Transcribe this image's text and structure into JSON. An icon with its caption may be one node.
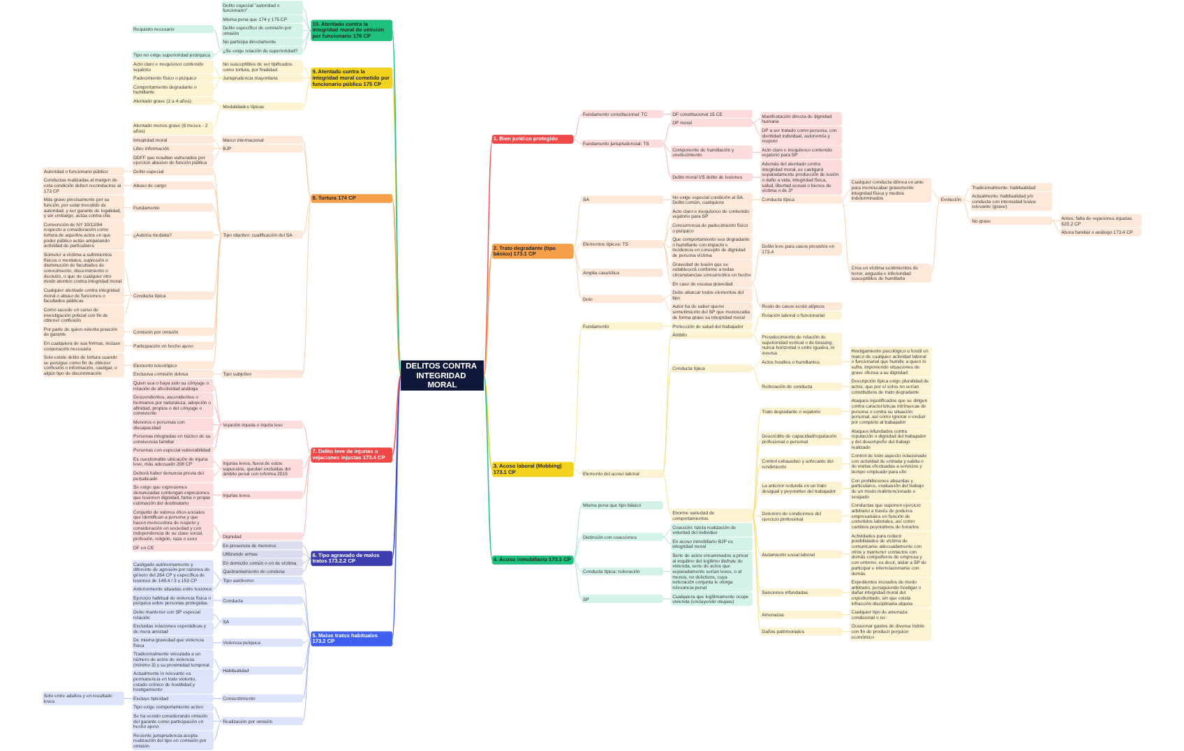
{
  "diagram": {
    "nodes": [
      {
        "text": [
          "DELITOS CONTRA INTEGRIDAD MORAL"
        ]
      },
      {
        "text": [
          "1. Bien jurídico protegido"
        ]
      },
      {
        "text": [
          "Fundamento constitucional: TC"
        ]
      },
      {
        "text": [
          "DF constitucional 15 CE"
        ]
      },
      {
        "text": [
          "Fundamento jurisprudencial: TS"
        ]
      },
      {
        "text": [
          "DP moral"
        ]
      },
      {
        "text": [
          "Manifestación directa de dignidad humana"
        ]
      },
      {
        "text": [
          "DP a ser tratado como persona, con identidad individual, autonomía y respeto"
        ]
      },
      {
        "text": [
          "Componente de humillación y envilecimiento"
        ]
      },
      {
        "text": [
          "Acto claro e inequívoco contenido vejatorio para SP"
        ]
      },
      {
        "text": [
          "Delito moral VS delito de lesiones"
        ]
      },
      {
        "text": [
          "Además del atentado contra integridad moral, se castigará separadamente producción de lesión o daño a vida, integridad física, salud, libertad sexual o bienes de víctima o de 3º"
        ]
      },
      {
        "text": [
          "2. Trato degradante (tipo básico) 173.1 CP"
        ]
      },
      {
        "text": [
          "SA"
        ]
      },
      {
        "text": [
          "No exige especial condición al SA. Delito común, cualquiera"
        ]
      },
      {
        "text": [
          "Conducta típica"
        ]
      },
      {
        "text": [
          "Cualquier conducta idónea ex ante para menoscabar gravemente integridad física y medios indeterminados"
        ]
      },
      {
        "text": [
          "Crea en víctima sentimientos de terror, angustia e inferioridad susceptibles de humillarla"
        ]
      },
      {
        "text": [
          "Evolución"
        ]
      },
      {
        "text": [
          "Tradicionalmente: habitualidad"
        ]
      },
      {
        "text": [
          "Actualmente: habitualidad y/o conducta con intensidad lesiva relevante (grave)"
        ]
      },
      {
        "text": [
          "No grave"
        ]
      },
      {
        "text": [
          "Antes: falta de vejaciones injustas 620.2 CP"
        ]
      },
      {
        "text": [
          "Ahora familiar o análogo 173.4 CP"
        ]
      },
      {
        "text": [
          "Elementos típicos: TS"
        ]
      },
      {
        "text": [
          "Acto claro e inequívoco de contenido vejatorio para SP"
        ]
      },
      {
        "text": [
          "Concurrencia de padecimiento físico o psíquico"
        ]
      },
      {
        "text": [
          "Que comportamiento sea degradante o humillante con impacto e incidencia en concepto de dignidad de persona víctima"
        ]
      },
      {
        "text": [
          "Gravedad de lesión que se establecerá conforme a todas circunstancias concurrentes en hecho"
        ]
      },
      {
        "text": [
          "En caso de escasa gravedad"
        ]
      },
      {
        "text": [
          "Delito leve para casos previstos en 173.4"
        ]
      },
      {
        "text": [
          "Resto de casos serán atípicos"
        ]
      },
      {
        "text": [
          "Amplia casuística"
        ]
      },
      {
        "text": [
          "Dolo"
        ]
      },
      {
        "text": [
          "Debe abarcar todos elementos del tipo"
        ]
      },
      {
        "text": [
          "Autor ha de saber querer sometimiento del SP que menoscaba de forma grave su integridad moral"
        ]
      },
      {
        "text": [
          "3. Acoso laboral (Mobbing) 173.1 CP"
        ]
      },
      {
        "text": [
          "Fundamento"
        ]
      },
      {
        "text": [
          "Protección de salud del trabajador"
        ]
      },
      {
        "text": [
          "Elemento del acoso laboral"
        ]
      },
      {
        "text": [
          "Ámbito"
        ]
      },
      {
        "text": [
          "Relación laboral o funcionarial"
        ]
      },
      {
        "text": [
          "Prevalecimiento de relación de superioridad vertical o de bossing, nunca horizontal o entre iguales, ni inversa"
        ]
      },
      {
        "text": [
          "Conducta típica"
        ]
      },
      {
        "text": [
          "Actos hostiles o humillantes"
        ]
      },
      {
        "text": [
          "Hostigamiento psicológico u hostil en marco de cualquier actividad laboral o funcionarial que humille a quien lo sufra, imponiendo situaciones de grave ofensa a su dignidad"
        ]
      },
      {
        "text": [
          "Reiteración de conducta"
        ]
      },
      {
        "text": [
          "Descripción típica exige pluralidad de actos, que por sí solos no serían constitutivos de trato degradante"
        ]
      },
      {
        "text": [
          "Enorme variedad de comportamientos"
        ]
      },
      {
        "text": [
          "Trato degradante o vejatorio"
        ]
      },
      {
        "text": [
          "Ataques injustificados que se dirigen contra características intrínsecas de persona o contra su situación personal, así como ignorar o excluir por completo al trabajador"
        ]
      },
      {
        "text": [
          "Descrédito de capacidad/reputación profesional o personal"
        ]
      },
      {
        "text": [
          "Ataques infundados contra reputación o dignidad del trabajador y del desempeño del trabajo realizado"
        ]
      },
      {
        "text": [
          "Control exhaustivo y sofocante del rendimiento"
        ]
      },
      {
        "text": [
          "Control de todo aspecto relacionado con actividad de entrada y salida o de visitas efectuadas a servicios y tiempo empleado para ello"
        ]
      },
      {
        "text": [
          "La anterior redunda en un trato desigual y peyorativo del trabajador"
        ]
      },
      {
        "text": [
          "Con prohibiciones absurdas y particulares, evaluación del trabajo de un modo malintencionado o sesgado"
        ]
      },
      {
        "text": [
          "Deterioro de condiciones del ejercicio profesional"
        ]
      },
      {
        "text": [
          "Conductas que suponen ejercicio arbitrario a través de poderes empresariales en función de cometidos laborales, así como cambios peyorativos de horarios"
        ]
      },
      {
        "text": [
          "Aislamiento social laboral"
        ]
      },
      {
        "text": [
          "Actividades para reducir posibilidades de víctima de comunicarse adecuadamente con otros y mantener contactos con demás compañeros de empresa y con entorno, es decir, aislar a SP de participar e interrelacionarse con demás"
        ]
      },
      {
        "text": [
          "Sanciones infundadas"
        ]
      },
      {
        "text": [
          "Expedientes incoados de modo arbitrario, persiguiendo hostigar o dañar integridad moral del expedientado, sin que exista infracción disciplinaria alguna"
        ]
      },
      {
        "text": [
          "Amenazas"
        ]
      },
      {
        "text": [
          "Cualquier tipo de amenaza condicional o no"
        ]
      },
      {
        "text": [
          "Daños patrimoniales"
        ]
      },
      {
        "text": [
          "Ocasionar gastos de diversa índole con fin de producir perjuicio económico"
        ]
      },
      {
        "text": [
          "4. Acoso inmobiliario 173.1 CP"
        ]
      },
      {
        "text": [
          "Misma pena que tipo básico"
        ]
      },
      {
        "text": [
          "Distinción con coacciones"
        ]
      },
      {
        "text": [
          "Coacción: tutela realización de voluntad del individuo"
        ]
      },
      {
        "text": [
          "En acoso inmobiliario BJP es integridad moral"
        ]
      },
      {
        "text": [
          "Conducta típica: reiteración"
        ]
      },
      {
        "text": [
          "Serie de actos encaminados a privar al inquilino del legítimo disfrute de vivienda, serie de actos que separadamente serían leves, o al menos, no delictivos, cuya reiteración conjunta le otorga relevancia penal"
        ]
      },
      {
        "text": [
          "SP"
        ]
      },
      {
        "text": [
          "Cualquiera que legítimamente ocupe vivienda (excluyendo okupas)"
        ]
      },
      {
        "text": [
          "5. Malos tratos habituales 173.2 CP"
        ]
      },
      {
        "text": [
          "Tipo autónomo"
        ]
      },
      {
        "text": [
          "Castigado autónomamente y diferente de agresión por razones de género del 264 CP y específica de lesiones de 148.4 / 3 y 153 CP"
        ]
      },
      {
        "text": [
          "Anteriormente situadas entre lesiones"
        ]
      },
      {
        "text": [
          "Conducta"
        ]
      },
      {
        "text": [
          "Ejercicio habitual de violencia física o psíquica sobre personas protegidas"
        ]
      },
      {
        "text": [
          "SA"
        ]
      },
      {
        "text": [
          "Debe mantener con SP especial relación"
        ]
      },
      {
        "text": [
          "Excluidas relaciones esporádicas y de mera amistad"
        ]
      },
      {
        "text": [
          "Violencia psíquica"
        ]
      },
      {
        "text": [
          "De misma gravedad que violencia física"
        ]
      },
      {
        "text": [
          "Habitualidad"
        ]
      },
      {
        "text": [
          "Tradicionalmente vinculada a un número de actos de violencia (mínimo 3) y su proximidad temporal"
        ]
      },
      {
        "text": [
          "Actualmente lo relevante es permanencia en trato violento, estado crónico de hostilidad y hostigamiento"
        ]
      },
      {
        "text": [
          "Consentimiento"
        ]
      },
      {
        "text": [
          "Excluye tipicidad"
        ]
      },
      {
        "text": [
          "Solo entre adultos y en resultado leves"
        ]
      },
      {
        "text": [
          "Realización por omisión"
        ]
      },
      {
        "text": [
          "Tipo exige comportamiento activo"
        ]
      },
      {
        "text": [
          "Se ha venido considerando omisión del garante como participación en hecho ajeno"
        ]
      },
      {
        "text": [
          "Reciente jurisprudencia acepta realización del tipo en comisión por omisión"
        ]
      },
      {
        "text": [
          "6. Tipo agravado de malos tratos 173.2.2 CP"
        ]
      },
      {
        "text": [
          "En presencia de menores"
        ]
      },
      {
        "text": [
          "Utilizando armas"
        ]
      },
      {
        "text": [
          "En domicilio común o en de víctima"
        ]
      },
      {
        "text": [
          "Quebrantamiento de condena"
        ]
      },
      {
        "text": [
          "7. Delito leve de injurias o vejaciones injustas 173.4 CP"
        ]
      },
      {
        "text": [
          "Vejación injusta o injuria leve"
        ]
      },
      {
        "text": [
          "Quien sea o haya sido su cónyuge o relación de afectividad análoga"
        ]
      },
      {
        "text": [
          "Descendientes, ascendientes o hermanos por naturaleza, adopción o afinidad, propios o del cónyuge o conviviente"
        ]
      },
      {
        "text": [
          "Menores o personas con discapacidad"
        ]
      },
      {
        "text": [
          "Personas integradas en núcleo de su convivencia familiar"
        ]
      },
      {
        "text": [
          "Personas con especial vulnerabilidad"
        ]
      },
      {
        "text": [
          "Injurias leves, fuera de estos supuestos, quedan excluidas del ámbito penal con reforma 2015"
        ]
      },
      {
        "text": [
          "Es cuestionable ubicación de injuria leve, más adecuado 208 CP"
        ]
      },
      {
        "text": [
          "Deberá haber denuncia previa del perjudicado"
        ]
      },
      {
        "text": [
          "Injurias leves"
        ]
      },
      {
        "text": [
          "Se exige que expresiones denunciadas contengan expresiones que lesionen dignidad, fama o propia estimación del destinatario"
        ]
      },
      {
        "text": [
          "Dignidad"
        ]
      },
      {
        "text": [
          "Conjunto de valores ético-sociales que identifican a persona y que hacen merecedora de respeto y consideración en sociedad y con independencia de su clase social, profesión, religión, raza o sexo"
        ]
      },
      {
        "text": [
          "DF en CE"
        ]
      },
      {
        "text": [
          "8. Tortura 174 CP"
        ]
      },
      {
        "text": [
          "Marco internacional"
        ]
      },
      {
        "text": [
          "BJP"
        ]
      },
      {
        "text": [
          "Integridad moral"
        ]
      },
      {
        "text": [
          "Libre información"
        ]
      },
      {
        "text": [
          "DDFF que resultan vulnerados por ejercicio abusivo de función pública"
        ]
      },
      {
        "text": [
          "Tipo objetivo: cualificación del SA"
        ]
      },
      {
        "text": [
          "Delito especial"
        ]
      },
      {
        "text": [
          "Autoridad o funcionario público"
        ]
      },
      {
        "text": [
          "Abuso de cargo"
        ]
      },
      {
        "text": [
          "Conductas realizadas al margen de esta condición deben reconducirse al 173 CP"
        ]
      },
      {
        "text": [
          "Fundamento"
        ]
      },
      {
        "text": [
          "Más grave precisamente por su función, por estar investido de autoridad, y ser garante de legalidad, y sin embargo, actúa contra ella"
        ]
      },
      {
        "text": [
          "¿Autoría mediata?"
        ]
      },
      {
        "text": [
          "Convención de NY 10/12/84 respecto a consideración como tortura de aquellos actos en que poder público actúe amparando actividad de particulares"
        ]
      },
      {
        "text": [
          "Conducta típica"
        ]
      },
      {
        "text": [
          "Someter a víctima a sufrimientos físicos o mentales, supresión o disminución de facultades de conocimiento, discernimiento o decisión, o que de cualquier otro modo atenten contra integridad moral"
        ]
      },
      {
        "text": [
          "Cualquier atentado contra integridad moral o abuso de funciones o facultades públicas"
        ]
      },
      {
        "text": [
          "Como sucede en curso de investigación policial con fin de obtener confesión"
        ]
      },
      {
        "text": [
          "Comisión por omisión"
        ]
      },
      {
        "text": [
          "Por parte de quien ostenta posición de garante"
        ]
      },
      {
        "text": [
          "Participación en hecho ajeno"
        ]
      },
      {
        "text": [
          "En cualquiera de sus formas, incluso cooperación necesaria"
        ]
      },
      {
        "text": [
          "Elemento teleológico"
        ]
      },
      {
        "text": [
          "Solo existe delito de tortura cuando se persigue como fin de obtener confesión o información, castigar, o algún tipo de discriminación"
        ]
      },
      {
        "text": [
          "Tipo subjetivo"
        ]
      },
      {
        "text": [
          "Exclusiva comisión dolosa"
        ]
      },
      {
        "text": [
          "9. Atentado contra la integridad moral cometido por funcionario público 175 CP"
        ]
      },
      {
        "text": [
          "No susceptibles de ser tipificados como tortura, por finalidad"
        ]
      },
      {
        "text": [
          "Jurisprudencia mayoritaria"
        ]
      },
      {
        "text": [
          "Acto claro e inequívoco contenido vejatorio"
        ]
      },
      {
        "text": [
          "Padecimiento físico o psíquico"
        ]
      },
      {
        "text": [
          "Comportamiento degradante o humillante"
        ]
      },
      {
        "text": [
          "Modalidades típicas"
        ]
      },
      {
        "text": [
          "Atentado grave (2 a 4 años)"
        ]
      },
      {
        "text": [
          "Atentado menos grave (6 meses - 2 años)"
        ]
      },
      {
        "text": [
          "10. Atentado contra la integridad moral de omisión por funcionario 176 CP"
        ]
      },
      {
        "text": [
          "Delito especial \"autoridad o funcionario\""
        ]
      },
      {
        "text": [
          "Misma pena que 174 y 175 CP"
        ]
      },
      {
        "text": [
          "Delito específico de comisión por omisión"
        ]
      },
      {
        "text": [
          "No participa directamente"
        ]
      },
      {
        "text": [
          "¿Se exige relación de superioridad?"
        ]
      },
      {
        "text": [
          "Requisito necesario"
        ]
      },
      {
        "text": [
          "Tipo no exige superioridad jerárquica"
        ]
      }
    ],
    "edges": [
      {
        "from": 0,
        "to": 1,
        "arrow": "none",
        "color": "#f25c5c"
      },
      {
        "from": 1,
        "to": 2,
        "arrow": "none",
        "color": "#f6a5a5"
      },
      {
        "from": 2,
        "to": 3,
        "arrow": "none",
        "color": "#f6a5a5"
      },
      {
        "from": 1,
        "to": 4,
        "arrow": "none",
        "color": "#f6a5a5"
      },
      {
        "from": 4,
        "to": 5,
        "arrow": "none",
        "color": "#f6a5a5"
      },
      {
        "from": 5,
        "to": 6,
        "arrow": "none",
        "color": "#f6a5a5"
      },
      {
        "from": 5,
        "to": 7,
        "arrow": "none",
        "color": "#f6a5a5"
      },
      {
        "from": 4,
        "to": 8,
        "arrow": "none",
        "color": "#f6a5a5"
      },
      {
        "from": 8,
        "to": 9,
        "arrow": "none",
        "color": "#f6a5a5"
      },
      {
        "from": 4,
        "to": 10,
        "arrow": "none",
        "color": "#f6a5a5"
      },
      {
        "from": 10,
        "to": 11,
        "arrow": "none",
        "color": "#f6a5a5"
      },
      {
        "from": 0,
        "to": 12,
        "arrow": "none",
        "color": "#f5a055"
      },
      {
        "from": 12,
        "to": 13,
        "arrow": "none"
      },
      {
        "from": 13,
        "to": 14,
        "arrow": "none"
      },
      {
        "from": 14,
        "to": 15,
        "arrow": "none"
      },
      {
        "from": 15,
        "to": 16,
        "arrow": "none"
      },
      {
        "from": 15,
        "to": 17,
        "arrow": "none"
      },
      {
        "from": 16,
        "to": 18,
        "arrow": "none"
      },
      {
        "from": 17,
        "to": 18,
        "arrow": "none"
      },
      {
        "from": 18,
        "to": 19,
        "arrow": "none"
      },
      {
        "from": 18,
        "to": 20,
        "arrow": "none"
      },
      {
        "from": 18,
        "to": 21,
        "arrow": "none"
      },
      {
        "from": 21,
        "to": 22,
        "arrow": "none"
      },
      {
        "from": 21,
        "to": 23,
        "arrow": "none"
      },
      {
        "from": 12,
        "to": 24,
        "arrow": "none"
      },
      {
        "from": 24,
        "to": 25,
        "arrow": "none"
      },
      {
        "from": 24,
        "to": 26,
        "arrow": "none"
      },
      {
        "from": 24,
        "to": 27,
        "arrow": "none"
      },
      {
        "from": 24,
        "to": 28,
        "arrow": "none"
      },
      {
        "from": 24,
        "to": 29,
        "arrow": "none"
      },
      {
        "from": 29,
        "to": 30,
        "arrow": "none"
      },
      {
        "from": 29,
        "to": 31,
        "arrow": "none"
      },
      {
        "from": 12,
        "to": 32,
        "arrow": "none"
      },
      {
        "from": 12,
        "to": 33,
        "arrow": "none"
      },
      {
        "from": 33,
        "to": 34,
        "arrow": "none"
      },
      {
        "from": 33,
        "to": 35,
        "arrow": "none"
      },
      {
        "from": 0,
        "to": 36,
        "arrow": "none",
        "color": "#f0cf2e"
      },
      {
        "from": 36,
        "to": 37,
        "arrow": "none",
        "color": "#f4dc78"
      },
      {
        "from": 37,
        "to": 38,
        "arrow": "none",
        "color": "#f4dc78"
      },
      {
        "from": 36,
        "to": 39,
        "arrow": "none",
        "color": "#f4dc78"
      },
      {
        "from": 39,
        "to": 40,
        "arrow": "none",
        "color": "#f4dc78"
      },
      {
        "from": 40,
        "to": 41,
        "arrow": "none",
        "color": "#f4dc78"
      },
      {
        "from": 40,
        "to": 42,
        "arrow": "none",
        "color": "#f4dc78"
      },
      {
        "from": 39,
        "to": 43,
        "arrow": "none",
        "color": "#f4dc78"
      },
      {
        "from": 43,
        "to": 44,
        "arrow": "none",
        "color": "#f4dc78"
      },
      {
        "from": 44,
        "to": 45,
        "arrow": "none",
        "color": "#f4dc78"
      },
      {
        "from": 43,
        "to": 46,
        "arrow": "none",
        "color": "#f4dc78"
      },
      {
        "from": 46,
        "to": 47,
        "arrow": "none",
        "color": "#f4dc78"
      },
      {
        "from": 39,
        "to": 48,
        "arrow": "none",
        "color": "#f4dc78"
      },
      {
        "from": 48,
        "to": 49,
        "arrow": "none",
        "color": "#f4dc78"
      },
      {
        "from": 49,
        "to": 50,
        "arrow": "none",
        "color": "#f4dc78"
      },
      {
        "from": 48,
        "to": 51,
        "arrow": "none",
        "color": "#f4dc78"
      },
      {
        "from": 51,
        "to": 52,
        "arrow": "none",
        "color": "#f4dc78"
      },
      {
        "from": 48,
        "to": 53,
        "arrow": "none",
        "color": "#f4dc78"
      },
      {
        "from": 53,
        "to": 54,
        "arrow": "none",
        "color": "#f4dc78"
      },
      {
        "from": 48,
        "to": 55,
        "arrow": "none",
        "color": "#f4dc78"
      },
      {
        "from": 55,
        "to": 56,
        "arrow": "none",
        "color": "#f4dc78"
      },
      {
        "from": 48,
        "to": 57,
        "arrow": "none",
        "color": "#f4dc78"
      },
      {
        "from": 57,
        "to": 58,
        "arrow": "none",
        "color": "#f4dc78"
      },
      {
        "from": 48,
        "to": 59,
        "arrow": "none",
        "color": "#f4dc78"
      },
      {
        "from": 59,
        "to": 60,
        "arrow": "none",
        "color": "#f4dc78"
      },
      {
        "from": 48,
        "to": 61,
        "arrow": "none",
        "color": "#f4dc78"
      },
      {
        "from": 61,
        "to": 62,
        "arrow": "none",
        "color": "#f4dc78"
      },
      {
        "from": 48,
        "to": 63,
        "arrow": "none",
        "color": "#f4dc78"
      },
      {
        "from": 63,
        "to": 64,
        "arrow": "none",
        "color": "#f4dc78"
      },
      {
        "from": 48,
        "to": 65,
        "arrow": "none",
        "color": "#f4dc78"
      },
      {
        "from": 65,
        "to": 66,
        "arrow": "none",
        "color": "#f4dc78"
      },
      {
        "from": 0,
        "to": 67,
        "arrow": "none",
        "color": "#27c08a"
      },
      {
        "from": 67,
        "to": 68,
        "arrow": "none",
        "color": "#8edcbf"
      },
      {
        "from": 67,
        "to": 69,
        "arrow": "none",
        "color": "#8edcbf"
      },
      {
        "from": 69,
        "to": 70,
        "arrow": "none",
        "color": "#8edcbf"
      },
      {
        "from": 69,
        "to": 71,
        "arrow": "none",
        "color": "#8edcbf"
      },
      {
        "from": 67,
        "to": 72,
        "arrow": "none",
        "color": "#8edcbf"
      },
      {
        "from": 72,
        "to": 73,
        "arrow": "none",
        "color": "#8edcbf"
      },
      {
        "from": 67,
        "to": 74,
        "arrow": "none",
        "color": "#8edcbf"
      },
      {
        "from": 74,
        "to": 75,
        "arrow": "none",
        "color": "#8edcbf"
      },
      {
        "from": 76,
        "to": 0,
        "arrow": "none",
        "color": "#4f6ef2"
      },
      {
        "from": 77,
        "to": 76,
        "arrow": "none",
        "color": "#9caef5"
      },
      {
        "from": 78,
        "to": 77,
        "arrow": "none",
        "color": "#9caef5"
      },
      {
        "from": 79,
        "to": 77,
        "arrow": "none",
        "color": "#9caef5"
      },
      {
        "from": 80,
        "to": 76,
        "arrow": "none",
        "color": "#9caef5"
      },
      {
        "from": 81,
        "to": 80,
        "arrow": "none",
        "color": "#9caef5"
      },
      {
        "from": 82,
        "to": 76,
        "arrow": "none",
        "color": "#9caef5"
      },
      {
        "from": 83,
        "to": 82,
        "arrow": "none",
        "color": "#9caef5"
      },
      {
        "from": 84,
        "to": 82,
        "arrow": "none",
        "color": "#9caef5"
      },
      {
        "from": 85,
        "to": 76,
        "arrow": "none",
        "color": "#9caef5"
      },
      {
        "from": 86,
        "to": 85,
        "arrow": "none",
        "color": "#9caef5"
      },
      {
        "from": 87,
        "to": 76,
        "arrow": "none",
        "color": "#9caef5"
      },
      {
        "from": 88,
        "to": 87,
        "arrow": "none",
        "color": "#9caef5"
      },
      {
        "from": 89,
        "to": 87,
        "arrow": "none",
        "color": "#9caef5"
      },
      {
        "from": 90,
        "to": 76,
        "arrow": "none",
        "color": "#9caef5"
      },
      {
        "from": 91,
        "to": 90,
        "arrow": "none",
        "color": "#9caef5"
      },
      {
        "from": 92,
        "to": 91,
        "arrow": "none",
        "color": "#9caef5"
      },
      {
        "from": 93,
        "to": 76,
        "arrow": "none",
        "color": "#9caef5"
      },
      {
        "from": 94,
        "to": 93,
        "arrow": "none",
        "color": "#9caef5"
      },
      {
        "from": 95,
        "to": 93,
        "arrow": "none",
        "color": "#9caef5"
      },
      {
        "from": 96,
        "to": 93,
        "arrow": "none",
        "color": "#9caef5"
      },
      {
        "from": 97,
        "to": 0,
        "arrow": "none",
        "color": "#4545b3"
      },
      {
        "from": 98,
        "to": 97,
        "arrow": "none",
        "color": "#a6a6dc"
      },
      {
        "from": 99,
        "to": 97,
        "arrow": "none",
        "color": "#a6a6dc"
      },
      {
        "from": 100,
        "to": 97,
        "arrow": "none",
        "color": "#a6a6dc"
      },
      {
        "from": 101,
        "to": 97,
        "arrow": "none",
        "color": "#a6a6dc"
      },
      {
        "from": 102,
        "to": 0,
        "arrow": "none",
        "color": "#f25c5c"
      },
      {
        "from": 103,
        "to": 102,
        "arrow": "none",
        "color": "#f6a5a5"
      },
      {
        "from": 104,
        "to": 103,
        "arrow": "none",
        "color": "#f6a5a5"
      },
      {
        "from": 105,
        "to": 103,
        "arrow": "none",
        "color": "#f6a5a5"
      },
      {
        "from": 106,
        "to": 103,
        "arrow": "none",
        "color": "#f6a5a5"
      },
      {
        "from": 107,
        "to": 103,
        "arrow": "none",
        "color": "#f6a5a5"
      },
      {
        "from": 108,
        "to": 103,
        "arrow": "none",
        "color": "#f6a5a5"
      },
      {
        "from": 109,
        "to": 102,
        "arrow": "none",
        "color": "#f6a5a5"
      },
      {
        "from": 110,
        "to": 109,
        "arrow": "none",
        "color": "#f6a5a5"
      },
      {
        "from": 111,
        "to": 109,
        "arrow": "none",
        "color": "#f6a5a5"
      },
      {
        "from": 112,
        "to": 102,
        "arrow": "none",
        "color": "#f6a5a5"
      },
      {
        "from": 113,
        "to": 112,
        "arrow": "none",
        "color": "#f6a5a5"
      },
      {
        "from": 114,
        "to": 102,
        "arrow": "none",
        "color": "#f6a5a5"
      },
      {
        "from": 115,
        "to": 114,
        "arrow": "none",
        "color": "#f6a5a5"
      },
      {
        "from": 116,
        "to": 114,
        "arrow": "none",
        "color": "#f6a5a5"
      },
      {
        "from": 117,
        "to": 0,
        "arrow": "none",
        "color": "#f5a055"
      },
      {
        "from": 118,
        "to": 117,
        "arrow": "none"
      },
      {
        "from": 119,
        "to": 117,
        "arrow": "none"
      },
      {
        "from": 120,
        "to": 119,
        "arrow": "none"
      },
      {
        "from": 121,
        "to": 119,
        "arrow": "none"
      },
      {
        "from": 122,
        "to": 119,
        "arrow": "none"
      },
      {
        "from": 123,
        "to": 117,
        "arrow": "none"
      },
      {
        "from": 124,
        "to": 123,
        "arrow": "none"
      },
      {
        "from": 125,
        "to": 124,
        "arrow": "none"
      },
      {
        "from": 126,
        "to": 123,
        "arrow": "none"
      },
      {
        "from": 127,
        "to": 126,
        "arrow": "none"
      },
      {
        "from": 128,
        "to": 123,
        "arrow": "none"
      },
      {
        "from": 129,
        "to": 128,
        "arrow": "none"
      },
      {
        "from": 130,
        "to": 123,
        "arrow": "none"
      },
      {
        "from": 131,
        "to": 130,
        "arrow": "none"
      },
      {
        "from": 132,
        "to": 123,
        "arrow": "none"
      },
      {
        "from": 133,
        "to": 132,
        "arrow": "none"
      },
      {
        "from": 134,
        "to": 132,
        "arrow": "none"
      },
      {
        "from": 135,
        "to": 132,
        "arrow": "none"
      },
      {
        "from": 136,
        "to": 123,
        "arrow": "none"
      },
      {
        "from": 137,
        "to": 136,
        "arrow": "none"
      },
      {
        "from": 138,
        "to": 123,
        "arrow": "none"
      },
      {
        "from": 139,
        "to": 138,
        "arrow": "none"
      },
      {
        "from": 140,
        "to": 123,
        "arrow": "none"
      },
      {
        "from": 141,
        "to": 140,
        "arrow": "none"
      },
      {
        "from": 142,
        "to": 117,
        "arrow": "none"
      },
      {
        "from": 143,
        "to": 142,
        "arrow": "none"
      },
      {
        "from": 144,
        "to": 0,
        "arrow": "none",
        "color": "#f0cf2e"
      },
      {
        "from": 145,
        "to": 144,
        "arrow": "none",
        "color": "#f4dc78"
      },
      {
        "from": 146,
        "to": 144,
        "arrow": "none",
        "color": "#f4dc78"
      },
      {
        "from": 147,
        "to": 146,
        "arrow": "none",
        "color": "#f4dc78"
      },
      {
        "from": 148,
        "to": 146,
        "arrow": "none",
        "color": "#f4dc78"
      },
      {
        "from": 149,
        "to": 146,
        "arrow": "none",
        "color": "#f4dc78"
      },
      {
        "from": 150,
        "to": 144,
        "arrow": "none",
        "color": "#f4dc78"
      },
      {
        "from": 151,
        "to": 150,
        "arrow": "none",
        "color": "#f4dc78"
      },
      {
        "from": 152,
        "to": 150,
        "arrow": "none",
        "color": "#f4dc78"
      },
      {
        "from": 153,
        "to": 0,
        "arrow": "none",
        "color": "#27c08a"
      },
      {
        "from": 154,
        "to": 153,
        "arrow": "none",
        "color": "#8edcbf"
      },
      {
        "from": 155,
        "to": 153,
        "arrow": "none",
        "color": "#8edcbf"
      },
      {
        "from": 156,
        "to": 153,
        "arrow": "none",
        "color": "#8edcbf"
      },
      {
        "from": 157,
        "to": 153,
        "arrow": "none",
        "color": "#8edcbf"
      },
      {
        "from": 158,
        "to": 153,
        "arrow": "none",
        "color": "#8edcbf"
      },
      {
        "from": 159,
        "to": 158,
        "arrow": "none",
        "color": "#8edcbf"
      },
      {
        "from": 160,
        "to": 158,
        "arrow": "none",
        "color": "#8edcbf"
      }
    ]
  }
}
